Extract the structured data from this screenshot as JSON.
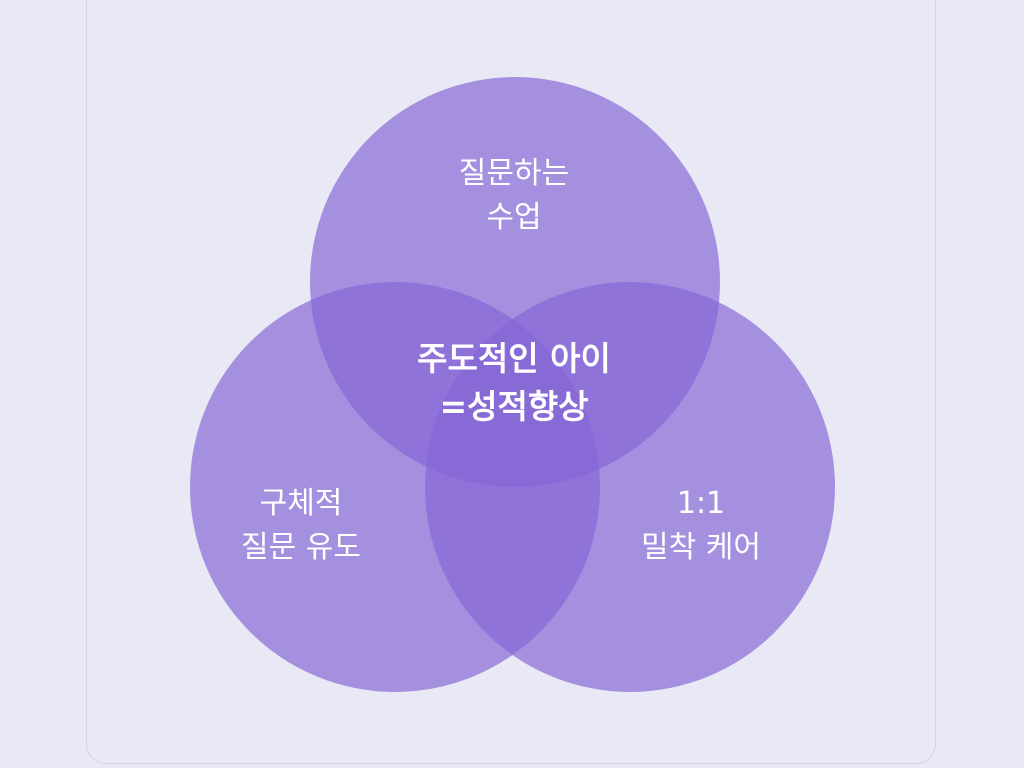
{
  "diagram": {
    "type": "venn-3",
    "colors": {
      "background": "#e9e9f5",
      "circle_fill": "#8566d6",
      "text": "#ffffff"
    },
    "circles": [
      {
        "id": "top",
        "lines": [
          "질문하는",
          "수업"
        ]
      },
      {
        "id": "left",
        "lines": [
          "구체적",
          "질문 유도"
        ]
      },
      {
        "id": "right",
        "lines": [
          "1:1",
          "밀착 케어"
        ]
      }
    ],
    "center": {
      "lines": [
        "주도적인 아이",
        "=성적향상"
      ]
    }
  }
}
